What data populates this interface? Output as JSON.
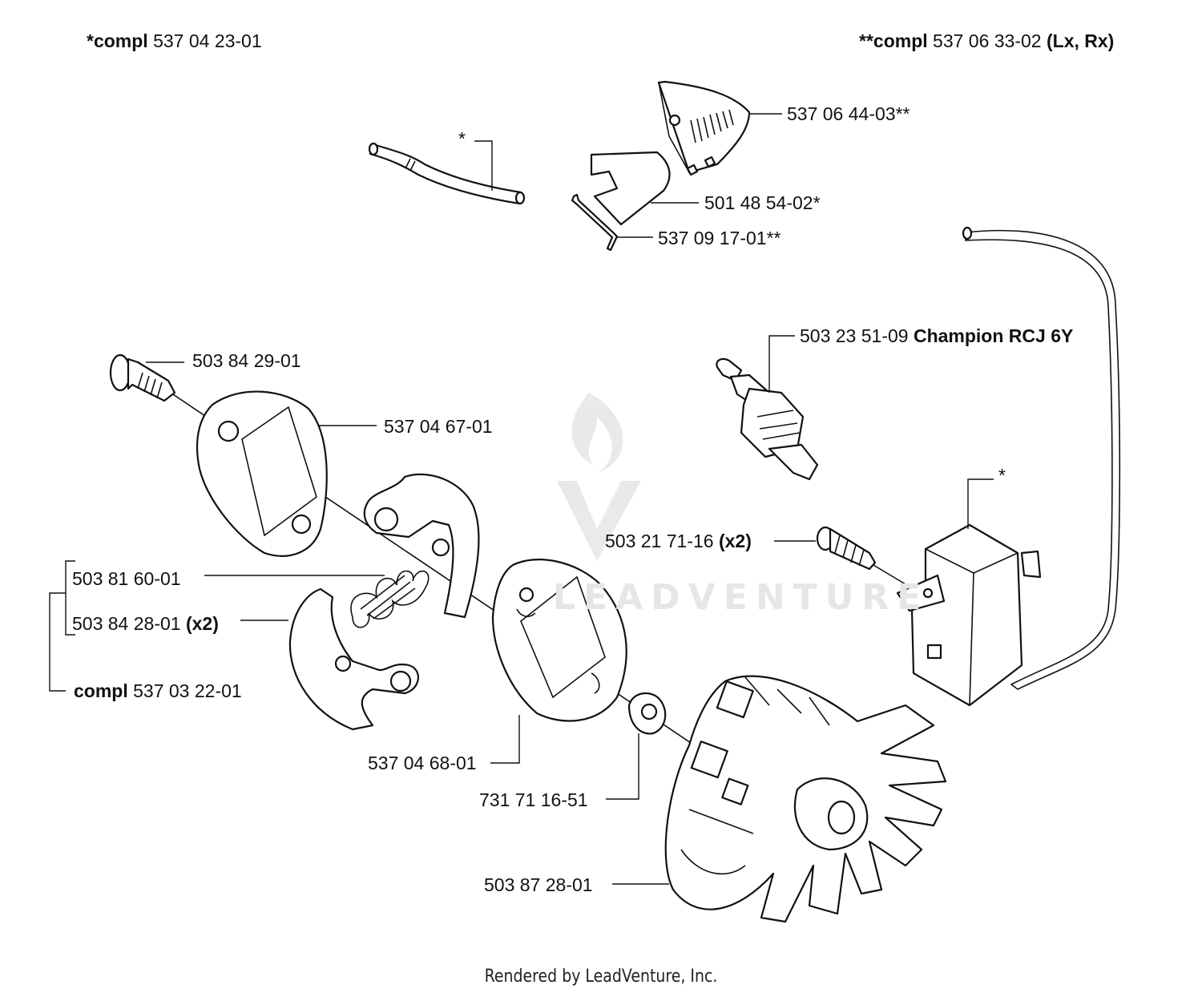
{
  "header": {
    "left": {
      "prefix": "*compl",
      "number": "537 04 23-01",
      "suffix": ""
    },
    "right": {
      "prefix": "**compl",
      "number": "537 06 33-02",
      "suffix": "(Lx, Rx)"
    }
  },
  "labels": {
    "cover": {
      "number": "537 06 44-03**",
      "note": ""
    },
    "star_hose": {
      "number": "*",
      "note": ""
    },
    "plate": {
      "number": "501 48 54-02*",
      "note": ""
    },
    "clip": {
      "number": "537 09 17-01**",
      "note": ""
    },
    "spark_plug": {
      "number": "503 23 51-09",
      "note": "Champion RCJ 6Y"
    },
    "screw": {
      "number": "503 84 29-01",
      "note": ""
    },
    "plate1": {
      "number": "537 04 67-01",
      "note": ""
    },
    "spring": {
      "number": "503 81 60-01",
      "note": ""
    },
    "shoe": {
      "number": "503 84 28-01",
      "note": "(x2)"
    },
    "clutch": {
      "prefix": "compl",
      "number": "537 03 22-01"
    },
    "ign_screw": {
      "number": "503 21 71-16",
      "note": "(x2)"
    },
    "star_module": {
      "number": "*",
      "note": ""
    },
    "plate2": {
      "number": "537 04 68-01",
      "note": ""
    },
    "washer": {
      "number": "731 71 16-51",
      "note": ""
    },
    "flywheel": {
      "number": "503 87 28-01",
      "note": ""
    }
  },
  "watermark": "LEADVENTURE",
  "footer": "Rendered by LeadVenture, Inc."
}
